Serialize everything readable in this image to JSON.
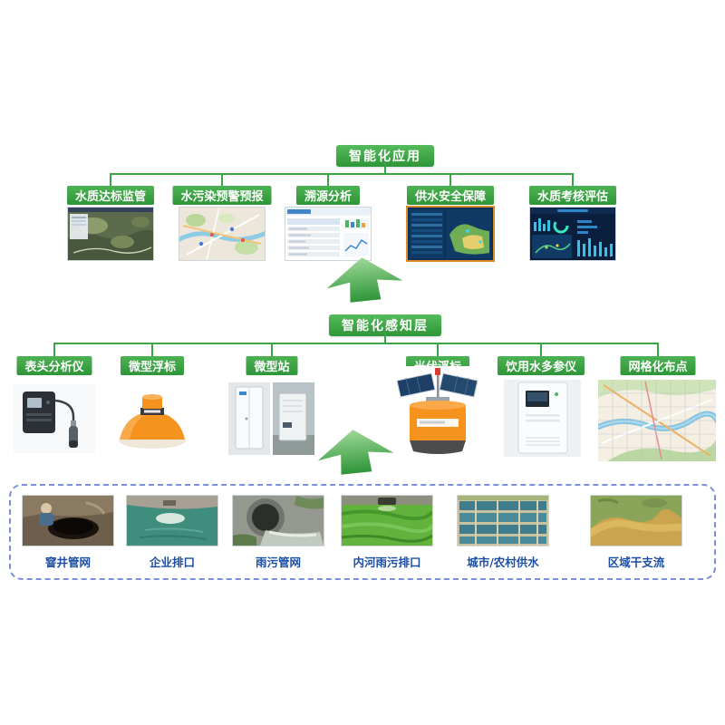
{
  "colors": {
    "accent_green": "#3aa546",
    "label_blue": "#1d4ea1",
    "dashed_border_blue": "#7b8fd9",
    "highlight_orange_border": "#dd8a2f"
  },
  "app_layer": {
    "title": "智能化应用",
    "items": [
      {
        "label": "水质达标监管"
      },
      {
        "label": "水污染预警预报"
      },
      {
        "label": "溯源分析"
      },
      {
        "label": "供水安全保障"
      },
      {
        "label": "水质考核评估"
      }
    ]
  },
  "sense_layer": {
    "title": "智能化感知层",
    "items": [
      {
        "label": "表头分析仪"
      },
      {
        "label": "微型浮标"
      },
      {
        "label": "微型站"
      },
      {
        "label": "光伏浮标"
      },
      {
        "label": "饮用水多参仪"
      },
      {
        "label": "网格化布点"
      }
    ]
  },
  "source_layer": {
    "items": [
      {
        "label": "窨井管网"
      },
      {
        "label": "企业排口"
      },
      {
        "label": "雨污管网"
      },
      {
        "label": "内河雨污排口"
      },
      {
        "label": "城市/农村供水"
      },
      {
        "label": "区域干支流"
      }
    ]
  }
}
